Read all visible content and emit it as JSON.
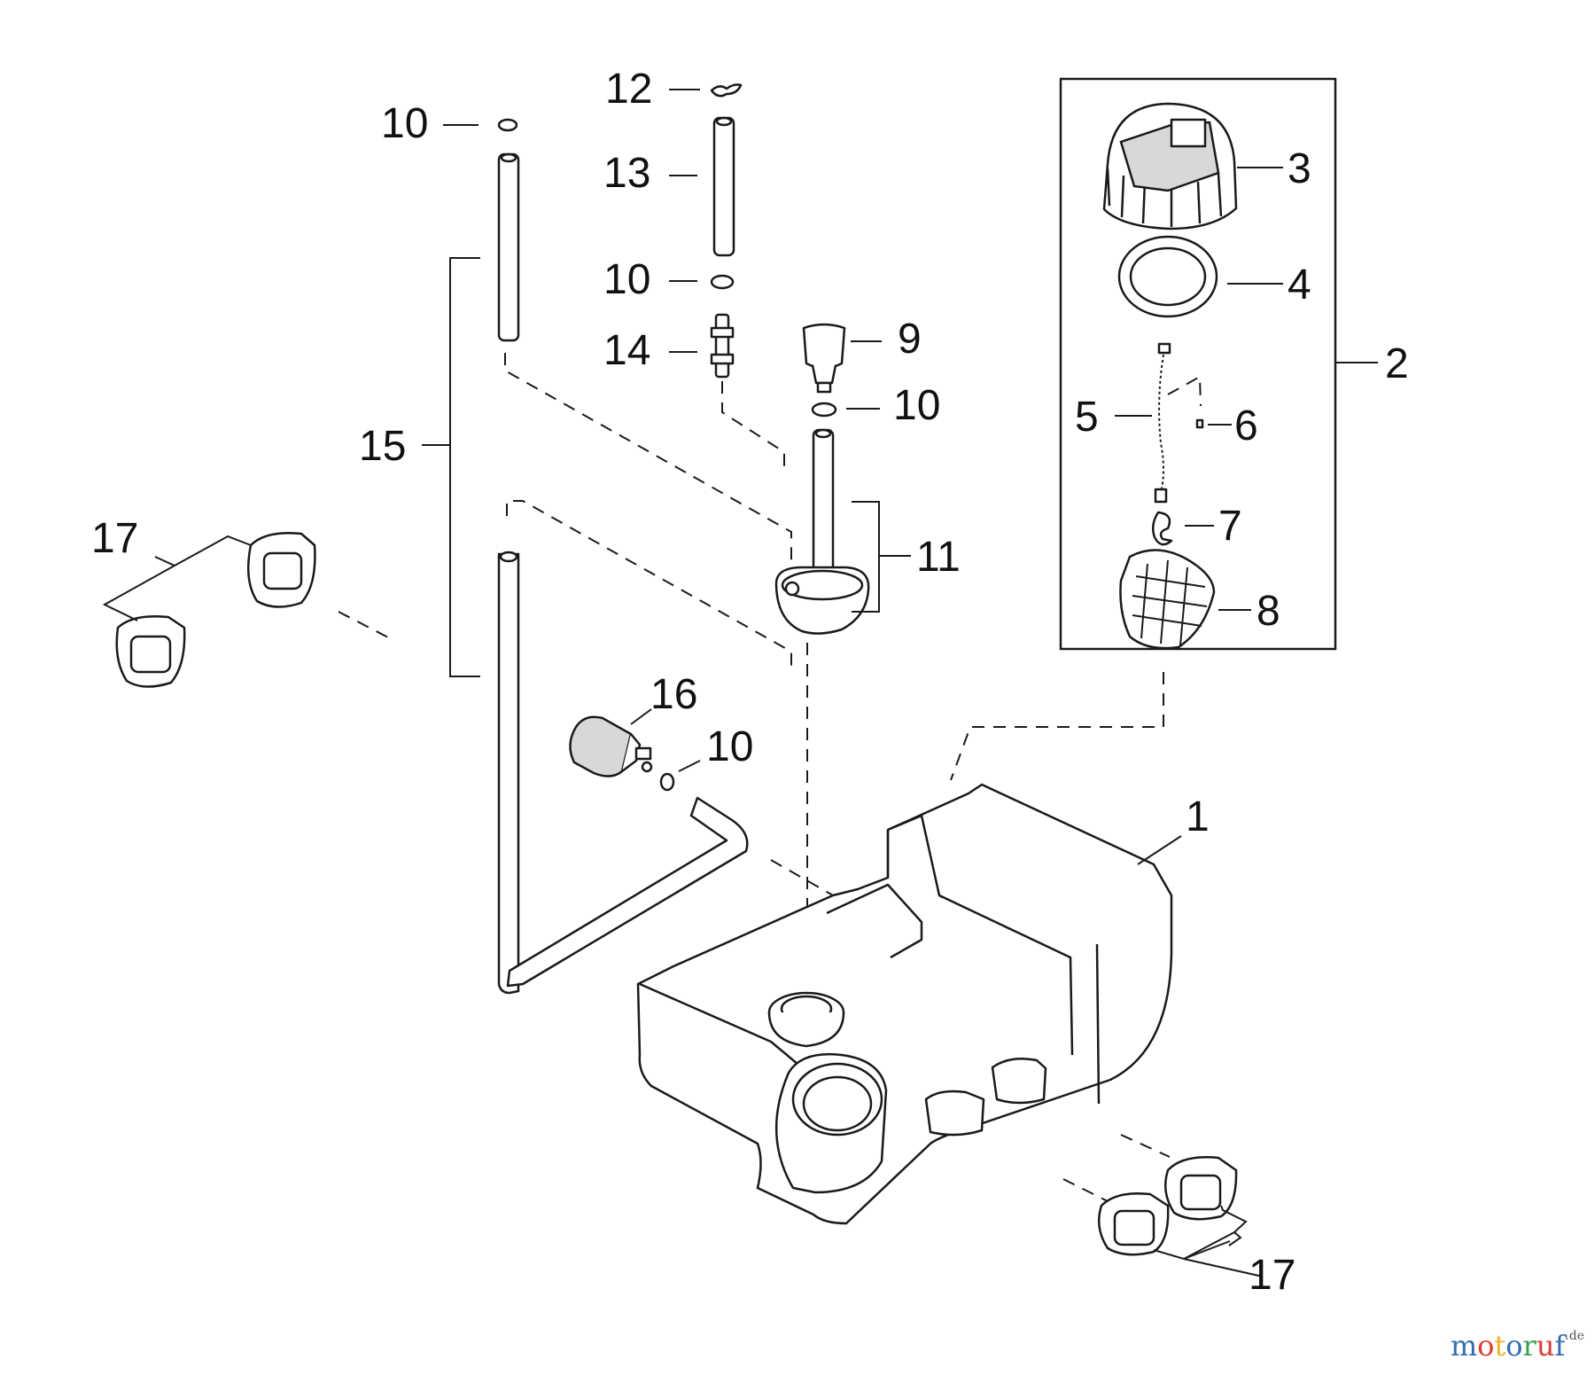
{
  "callouts": {
    "c1": "1",
    "c2": "2",
    "c3": "3",
    "c4": "4",
    "c5": "5",
    "c6": "6",
    "c7": "7",
    "c8": "8",
    "c9": "9",
    "c10a": "10",
    "c10b": "10",
    "c10c": "10",
    "c10d": "10",
    "c11": "11",
    "c12": "12",
    "c13": "13",
    "c14": "14",
    "c15": "15",
    "c16": "16",
    "c17a": "17",
    "c17b": "17"
  },
  "watermark": {
    "text": "motoruf",
    "suffix": ".de",
    "letter_colors": [
      "#2f6db5",
      "#e23b2e",
      "#f0b21a",
      "#2f6db5",
      "#3aa04a",
      "#e23b2e",
      "#2f6db5"
    ]
  }
}
